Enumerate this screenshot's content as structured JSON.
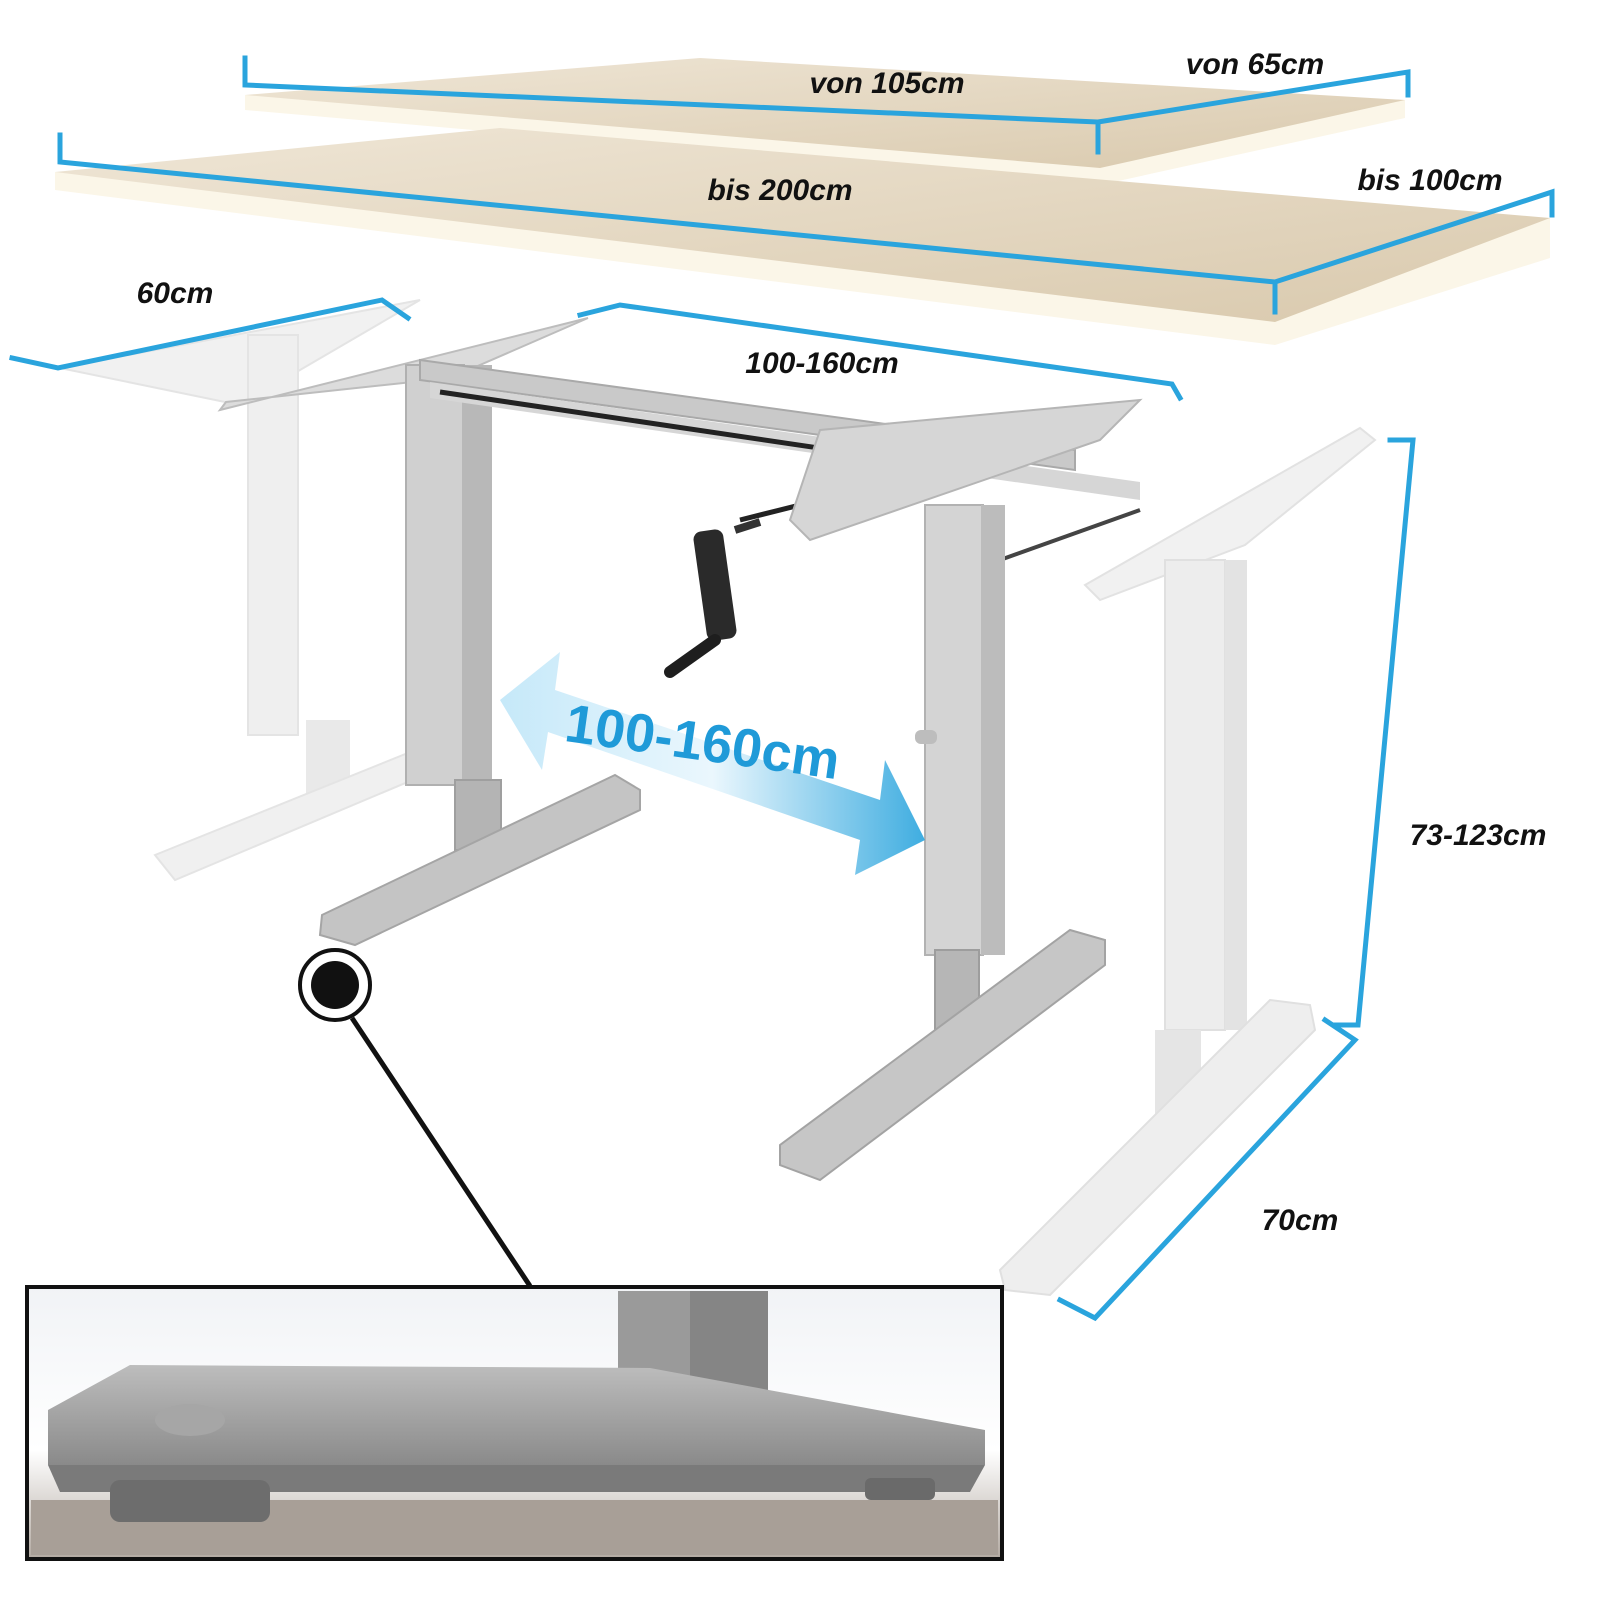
{
  "colors": {
    "accent": "#2aa4dd",
    "tabletop": "#e8dcc8",
    "frame": "#b9b9b9",
    "frame_light": "#dcdcdc",
    "text": "#111111"
  },
  "dimensions": {
    "top_small_length": "von 105cm",
    "top_small_depth": "von 65cm",
    "top_large_length": "bis 200cm",
    "top_large_depth": "bis 100cm",
    "crossarm_width": "60cm",
    "frame_width": "100-160cm",
    "height": "73-123cm",
    "foot_length": "70cm"
  },
  "arrow_label": "100-160cm",
  "icons": [
    "crank-handle-icon",
    "double-arrow-icon",
    "foot-detail-callout-icon"
  ]
}
